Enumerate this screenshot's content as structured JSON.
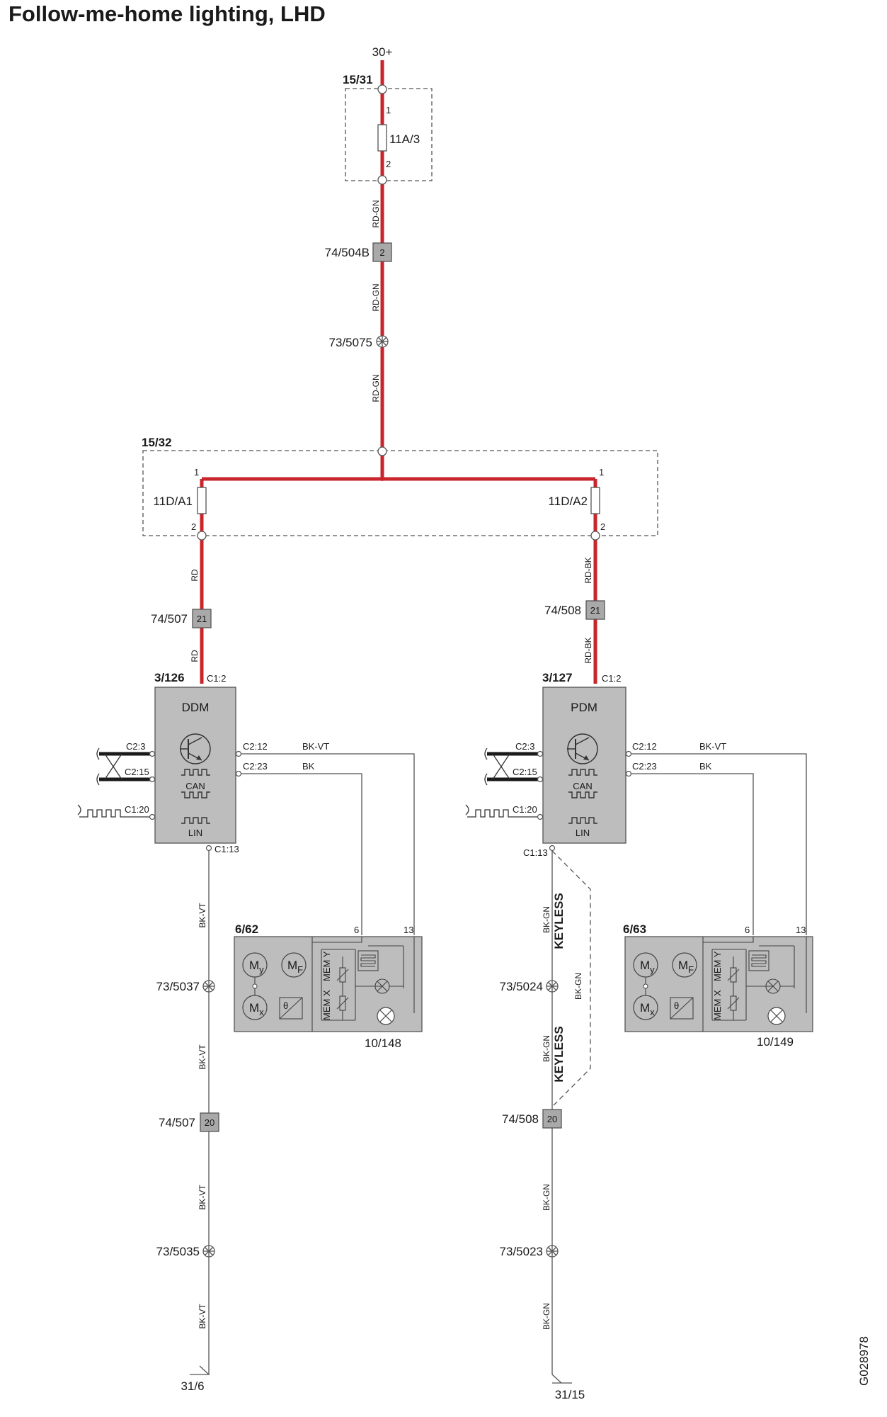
{
  "title": "Follow-me-home lighting, LHD",
  "doc_code": "G028978",
  "colors": {
    "feed": "#c8262c",
    "module_fill": "#bdbdbd",
    "connector_fill": "#a9a9a9",
    "wire": "#555555"
  },
  "supply": "30+",
  "box_1531": {
    "name": "15/31",
    "fuse": "11A/3",
    "pin_in": "1",
    "pin_out": "2"
  },
  "feed_wire": "RD-GN",
  "conn_74_504B": {
    "name": "74/504B",
    "pin": "2"
  },
  "splice_73_5075": "73/5075",
  "box_1532": {
    "name": "15/32",
    "fuse_left": "11D/A1",
    "fuse_right": "11D/A2",
    "pin_in": "1",
    "pin_out": "2"
  },
  "left": {
    "wire_top": "RD",
    "conn_top": {
      "name": "74/507",
      "pin": "21"
    },
    "module": {
      "name": "3/126",
      "label": "DDM",
      "c12": "C1:2",
      "c23": "C2:3",
      "c215": "C2:15",
      "c120": "C1:20",
      "c212": "C2:12",
      "c223": "C2:23",
      "c113": "C1:13",
      "can": "CAN",
      "lin": "LIN"
    },
    "wire_bkvt": "BK-VT",
    "wire_bk": "BK",
    "mirror": {
      "name": "6/62",
      "pin6": "6",
      "pin13": "13",
      "my": "M",
      "my_sub": "y",
      "mf": "M",
      "mf_sub": "F",
      "mx": "M",
      "mx_sub": "x",
      "theta": "θ",
      "mem_y": "MEM Y",
      "mem_x": "MEM X",
      "lamp": "10/148"
    },
    "splice_mid": "73/5037",
    "conn_bottom": {
      "name": "74/507",
      "pin": "20"
    },
    "splice_low": "73/5035",
    "ground": "31/6"
  },
  "right": {
    "wire_top": "RD-BK",
    "conn_top": {
      "name": "74/508",
      "pin": "21"
    },
    "module": {
      "name": "3/127",
      "label": "PDM",
      "c12": "C1:2",
      "c23": "C2:3",
      "c215": "C2:15",
      "c120": "C1:20",
      "c212": "C2:12",
      "c223": "C2:23",
      "c113": "C1:13",
      "can": "CAN",
      "lin": "LIN"
    },
    "wire_bkvt": "BK-VT",
    "wire_bk": "BK",
    "mirror": {
      "name": "6/63",
      "pin6": "6",
      "pin13": "13",
      "my": "M",
      "my_sub": "y",
      "mf": "M",
      "mf_sub": "F",
      "mx": "M",
      "mx_sub": "x",
      "theta": "θ",
      "mem_y": "MEM Y",
      "mem_x": "MEM X",
      "lamp": "10/149"
    },
    "wire_gn": "BK-GN",
    "keyless": "KEYLESS",
    "splice_mid": "73/5024",
    "conn_bottom": {
      "name": "74/508",
      "pin": "20"
    },
    "splice_low": "73/5023",
    "ground": "31/15"
  }
}
